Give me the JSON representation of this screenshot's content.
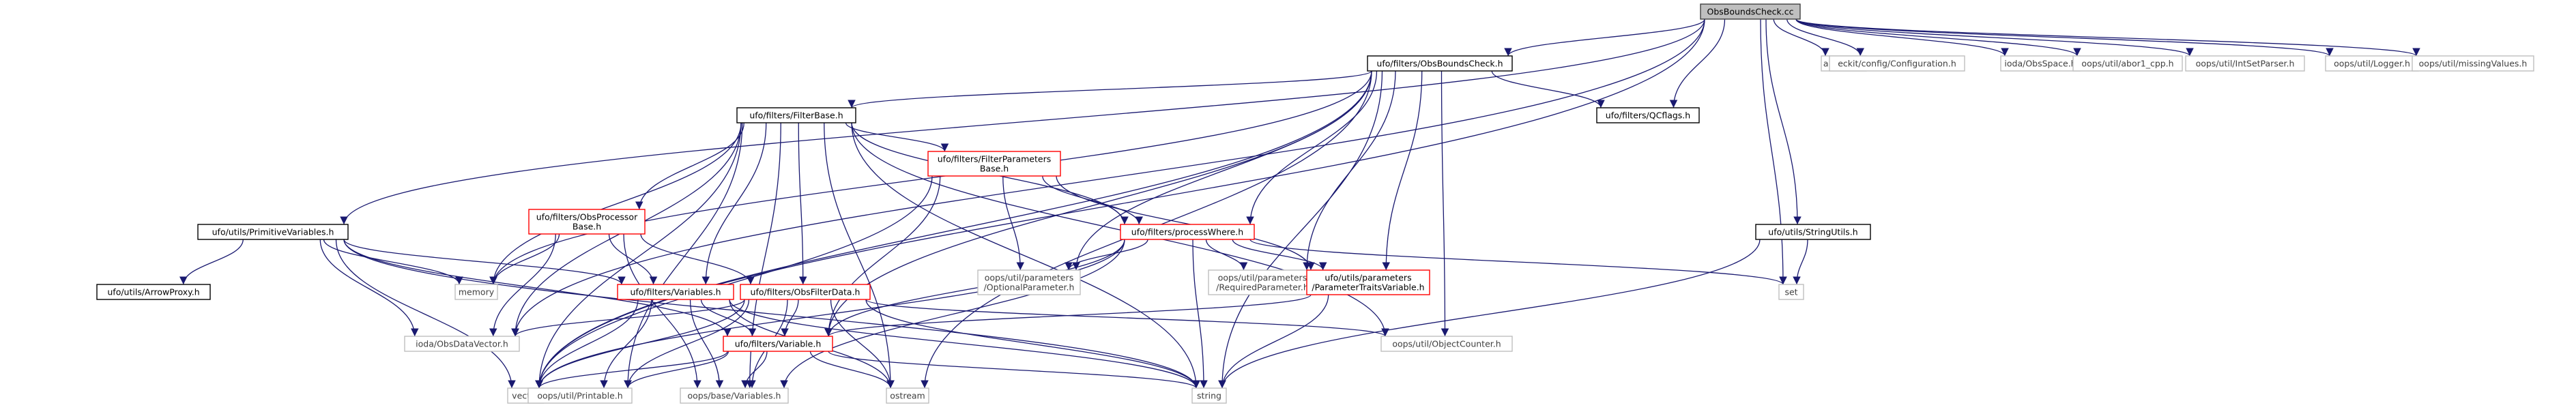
{
  "title": "ObsBoundsCheck.cc",
  "colors": {
    "root_fill": "#bfbfbf",
    "root_stroke": "#404040",
    "internal_stroke": "#000000",
    "highlight_stroke": "#ff0000",
    "external_stroke": "#bfbfbf",
    "external_text": "#404040",
    "edge": "#191970"
  },
  "nodes": [
    {
      "id": "root",
      "label": "ObsBoundsCheck.cc",
      "kind": "root"
    },
    {
      "id": "obsboundscheck_h",
      "label": "ufo/filters/ObsBoundsCheck.h",
      "kind": "internal"
    },
    {
      "id": "algorithm",
      "label": "algorithm",
      "kind": "external"
    },
    {
      "id": "eckit_config",
      "label": "eckit/config/Configuration.h",
      "kind": "external"
    },
    {
      "id": "ioda_obsspace",
      "label": "ioda/ObsSpace.h",
      "kind": "external"
    },
    {
      "id": "oops_abort",
      "label": "oops/util/abor1_cpp.h",
      "kind": "external"
    },
    {
      "id": "oops_intsetparser",
      "label": "oops/util/IntSetParser.h",
      "kind": "external"
    },
    {
      "id": "oops_logger",
      "label": "oops/util/Logger.h",
      "kind": "external"
    },
    {
      "id": "oops_missing",
      "label": "oops/util/missingValues.h",
      "kind": "external"
    },
    {
      "id": "filterbase_h",
      "label": "ufo/filters/FilterBase.h",
      "kind": "internal"
    },
    {
      "id": "qcflags_h",
      "label": "ufo/filters/QCflags.h",
      "kind": "internal"
    },
    {
      "id": "stringutils_h",
      "label": "ufo/utils/StringUtils.h",
      "kind": "internal"
    },
    {
      "id": "filterparams_h",
      "label": "ufo/filters/FilterParameters\nBase.h",
      "kind": "highlight"
    },
    {
      "id": "primitivevars_h",
      "label": "ufo/utils/PrimitiveVariables.h",
      "kind": "internal"
    },
    {
      "id": "obsprocessor_h",
      "label": "ufo/filters/ObsProcessor\nBase.h",
      "kind": "highlight"
    },
    {
      "id": "processwhere_h",
      "label": "ufo/filters/processWhere.h",
      "kind": "highlight"
    },
    {
      "id": "arrowproxy_h",
      "label": "ufo/utils/ArrowProxy.h",
      "kind": "internal"
    },
    {
      "id": "memory",
      "label": "memory",
      "kind": "external"
    },
    {
      "id": "variables_h",
      "label": "ufo/filters/Variables.h",
      "kind": "highlight"
    },
    {
      "id": "obsfilterdata_h",
      "label": "ufo/filters/ObsFilterData.h",
      "kind": "highlight"
    },
    {
      "id": "optionalparam_h",
      "label": "oops/util/parameters\n/OptionalParameter.h",
      "kind": "external"
    },
    {
      "id": "requiredparam_h",
      "label": "oops/util/parameters\n/RequiredParameter.h",
      "kind": "external"
    },
    {
      "id": "paramtraits_h",
      "label": "ufo/utils/parameters\n/ParameterTraitsVariable.h",
      "kind": "highlight"
    },
    {
      "id": "set",
      "label": "set",
      "kind": "external"
    },
    {
      "id": "obsdatavector_h",
      "label": "ioda/ObsDataVector.h",
      "kind": "external"
    },
    {
      "id": "variable_h",
      "label": "ufo/filters/Variable.h",
      "kind": "highlight"
    },
    {
      "id": "objectcounter_h",
      "label": "oops/util/ObjectCounter.h",
      "kind": "external"
    },
    {
      "id": "vector",
      "label": "vector",
      "kind": "external"
    },
    {
      "id": "printable_h",
      "label": "oops/util/Printable.h",
      "kind": "external"
    },
    {
      "id": "basevariables_h",
      "label": "oops/base/Variables.h",
      "kind": "external"
    },
    {
      "id": "ostream",
      "label": "ostream",
      "kind": "external"
    },
    {
      "id": "string",
      "label": "string",
      "kind": "external"
    }
  ],
  "edges": [
    [
      "root",
      "obsboundscheck_h"
    ],
    [
      "root",
      "algorithm"
    ],
    [
      "root",
      "eckit_config"
    ],
    [
      "root",
      "ioda_obsspace"
    ],
    [
      "root",
      "oops_abort"
    ],
    [
      "root",
      "oops_intsetparser"
    ],
    [
      "root",
      "oops_logger"
    ],
    [
      "root",
      "oops_missing"
    ],
    [
      "root",
      "qcflags_h"
    ],
    [
      "root",
      "stringutils_h"
    ],
    [
      "root",
      "primitivevars_h"
    ],
    [
      "root",
      "set"
    ],
    [
      "root",
      "obsdatavector_h"
    ],
    [
      "root",
      "vector"
    ],
    [
      "obsboundscheck_h",
      "filterbase_h"
    ],
    [
      "obsboundscheck_h",
      "qcflags_h"
    ],
    [
      "obsboundscheck_h",
      "variable_h"
    ],
    [
      "obsboundscheck_h",
      "memory"
    ],
    [
      "obsboundscheck_h",
      "vector"
    ],
    [
      "obsboundscheck_h",
      "string"
    ],
    [
      "obsboundscheck_h",
      "ostream"
    ],
    [
      "obsboundscheck_h",
      "objectcounter_h"
    ],
    [
      "obsboundscheck_h",
      "optionalparam_h"
    ],
    [
      "obsboundscheck_h",
      "requiredparam_h"
    ],
    [
      "obsboundscheck_h",
      "paramtraits_h"
    ],
    [
      "obsboundscheck_h",
      "processwhere_h"
    ],
    [
      "filterbase_h",
      "filterparams_h"
    ],
    [
      "filterbase_h",
      "obsprocessor_h"
    ],
    [
      "filterbase_h",
      "processwhere_h"
    ],
    [
      "filterbase_h",
      "memory"
    ],
    [
      "filterbase_h",
      "variables_h"
    ],
    [
      "filterbase_h",
      "obsfilterdata_h"
    ],
    [
      "filterbase_h",
      "obsdatavector_h"
    ],
    [
      "filterbase_h",
      "vector"
    ],
    [
      "filterbase_h",
      "string"
    ],
    [
      "filterbase_h",
      "ostream"
    ],
    [
      "filterbase_h",
      "basevariables_h"
    ],
    [
      "filterbase_h",
      "printable_h"
    ],
    [
      "filterbase_h",
      "objectcounter_h"
    ],
    [
      "filterparams_h",
      "processwhere_h"
    ],
    [
      "filterparams_h",
      "optionalparam_h"
    ],
    [
      "filterparams_h",
      "paramtraits_h"
    ],
    [
      "filterparams_h",
      "variable_h"
    ],
    [
      "filterparams_h",
      "vector"
    ],
    [
      "primitivevars_h",
      "arrowproxy_h"
    ],
    [
      "primitivevars_h",
      "memory"
    ],
    [
      "primitivevars_h",
      "variables_h"
    ],
    [
      "primitivevars_h",
      "obsdatavector_h"
    ],
    [
      "primitivevars_h",
      "variable_h"
    ],
    [
      "primitivevars_h",
      "vector"
    ],
    [
      "primitivevars_h",
      "string"
    ],
    [
      "obsprocessor_h",
      "memory"
    ],
    [
      "obsprocessor_h",
      "variables_h"
    ],
    [
      "obsprocessor_h",
      "obsfilterdata_h"
    ],
    [
      "obsprocessor_h",
      "obsdatavector_h"
    ],
    [
      "obsprocessor_h",
      "basevariables_h"
    ],
    [
      "processwhere_h",
      "optionalparam_h"
    ],
    [
      "processwhere_h",
      "requiredparam_h"
    ],
    [
      "processwhere_h",
      "paramtraits_h"
    ],
    [
      "processwhere_h",
      "set"
    ],
    [
      "processwhere_h",
      "string"
    ],
    [
      "processwhere_h",
      "vector"
    ],
    [
      "processwhere_h",
      "variable_h"
    ],
    [
      "processwhere_h",
      "basevariables_h"
    ],
    [
      "variables_h",
      "variable_h"
    ],
    [
      "variables_h",
      "vector"
    ],
    [
      "variables_h",
      "string"
    ],
    [
      "variables_h",
      "ostream"
    ],
    [
      "variables_h",
      "printable_h"
    ],
    [
      "variables_h",
      "basevariables_h"
    ],
    [
      "obsfilterdata_h",
      "variable_h"
    ],
    [
      "obsfilterdata_h",
      "obsdatavector_h"
    ],
    [
      "obsfilterdata_h",
      "objectcounter_h"
    ],
    [
      "obsfilterdata_h",
      "vector"
    ],
    [
      "obsfilterdata_h",
      "string"
    ],
    [
      "obsfilterdata_h",
      "ostream"
    ],
    [
      "obsfilterdata_h",
      "printable_h"
    ],
    [
      "obsfilterdata_h",
      "basevariables_h"
    ],
    [
      "paramtraits_h",
      "variable_h"
    ],
    [
      "paramtraits_h",
      "string"
    ],
    [
      "variable_h",
      "vector"
    ],
    [
      "variable_h",
      "string"
    ],
    [
      "variable_h",
      "ostream"
    ],
    [
      "variable_h",
      "printable_h"
    ],
    [
      "variable_h",
      "basevariables_h"
    ],
    [
      "stringutils_h",
      "set"
    ],
    [
      "stringutils_h",
      "string"
    ]
  ]
}
